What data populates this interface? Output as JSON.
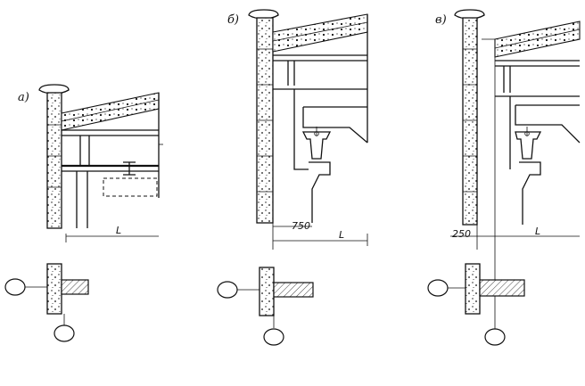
{
  "variants": [
    {
      "id": "a",
      "label": "а)",
      "span_label": "L",
      "offset_label": ""
    },
    {
      "id": "b",
      "label": "б)",
      "span_label": "L",
      "offset_label": "750"
    },
    {
      "id": "c",
      "label": "в)",
      "span_label": "L",
      "offset_label": "250"
    }
  ],
  "colors": {
    "ink": "#111111",
    "paper": "#ffffff"
  }
}
